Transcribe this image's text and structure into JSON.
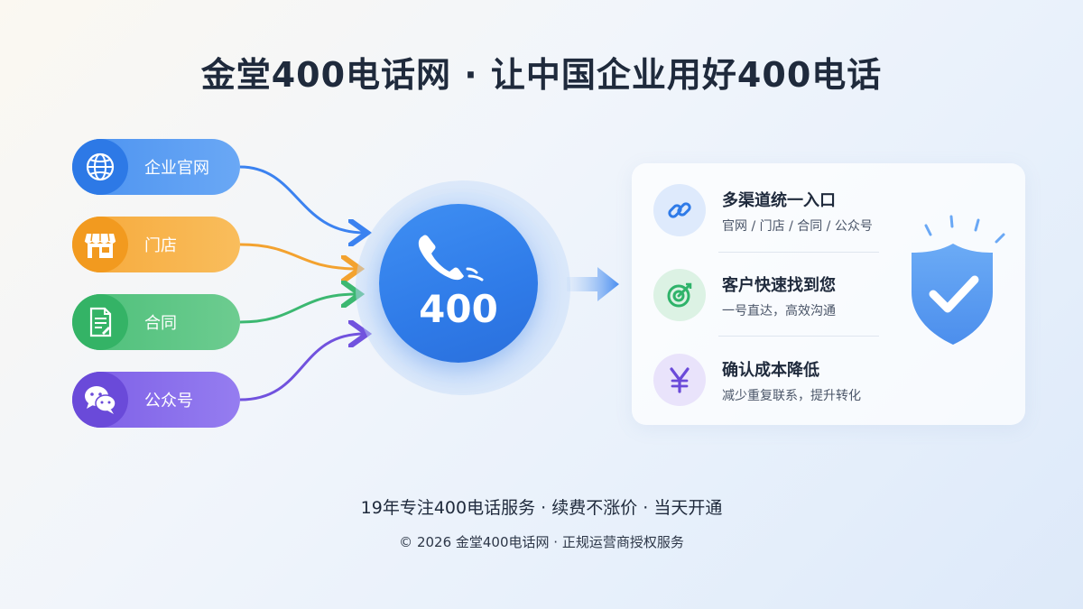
{
  "title": "金堂400电话网 · 让中国企业用好400电话",
  "channels": [
    {
      "label": "企业官网",
      "icon": "globe-icon",
      "color": "#2d79e6"
    },
    {
      "label": "门店",
      "icon": "storefront-icon",
      "color": "#f29a1f"
    },
    {
      "label": "合同",
      "icon": "document-icon",
      "color": "#34b366"
    },
    {
      "label": "公众号",
      "icon": "wechat-icon",
      "color": "#6a4ad9"
    }
  ],
  "hub": {
    "number": "400",
    "icon": "phone-icon",
    "color": "#2f7be8"
  },
  "benefits": [
    {
      "heading": "多渠道统一入口",
      "sub": "官网 / 门店 / 合同 / 公众号",
      "icon": "link-icon"
    },
    {
      "heading": "客户快速找到您",
      "sub": "一号直达，高效沟通",
      "icon": "target-icon"
    },
    {
      "heading": "确认成本降低",
      "sub": "减少重复联系，提升转化",
      "icon": "yen-icon"
    }
  ],
  "shield_icon": "shield-check-icon",
  "footer": {
    "line1": "19年专注400电话服务 · 续费不涨价 · 当天开通",
    "line2": "© 2026 金堂400电话网 · 正规运营商授权服务"
  }
}
